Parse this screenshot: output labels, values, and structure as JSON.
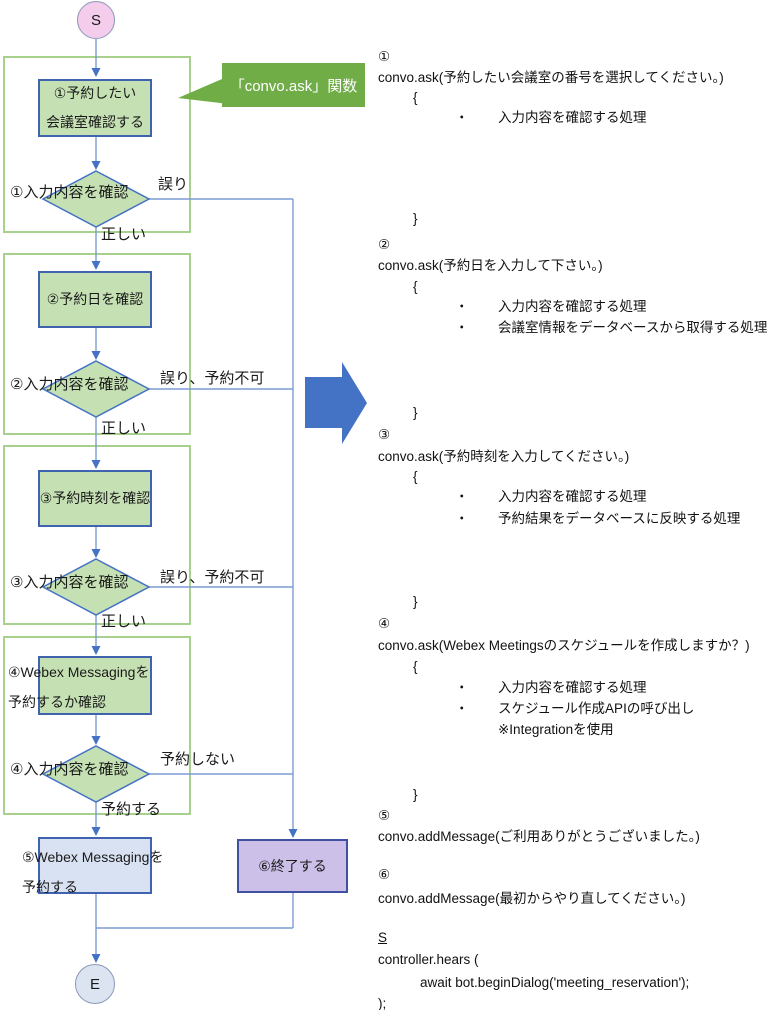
{
  "flowchart": {
    "start_label": "S",
    "end_label": "E",
    "callout_label": "「convo.ask」関数",
    "steps": [
      {
        "process": [
          "①予約したい",
          "会議室確認する"
        ],
        "decision": "①入力内容を確認",
        "error_label": "誤り",
        "ok_label": "正しい"
      },
      {
        "process": [
          "②予約日を確認"
        ],
        "decision": "②入力内容を確認",
        "error_label": "誤り、予約不可",
        "ok_label": "正しい"
      },
      {
        "process": [
          "③予約時刻を確認"
        ],
        "decision": "③入力内容を確認",
        "error_label": "誤り、予約不可",
        "ok_label": "正しい"
      },
      {
        "process": [
          "④Webex Messagingを",
          "予約するか確認"
        ],
        "decision": "④入力内容を確認",
        "error_label": "予約しない",
        "ok_label": "予約する"
      }
    ],
    "reserve": [
      "⑤Webex Messagingを",
      "予約する"
    ],
    "end_box_label": "⑥終了する"
  },
  "code": {
    "lines": [
      {
        "t": "①"
      },
      {
        "t": "convo.ask(予約したい会議室の番号を選択してください。)"
      },
      {
        "t": "{"
      },
      {
        "b": "・",
        "t": "入力内容を確認する処理"
      },
      {
        "t": "}"
      },
      {
        "t": "②"
      },
      {
        "t": "convo.ask(予約日を入力して下さい。)"
      },
      {
        "t": "{"
      },
      {
        "b": "・",
        "t": "入力内容を確認する処理"
      },
      {
        "b": "・",
        "t": "会議室情報をデータベースから取得する処理"
      },
      {
        "t": "}"
      },
      {
        "t": "③"
      },
      {
        "t": "convo.ask(予約時刻を入力してください。)"
      },
      {
        "t": "{"
      },
      {
        "b": "・",
        "t": "入力内容を確認する処理"
      },
      {
        "b": "・",
        "t": "予約結果をデータベースに反映する処理"
      },
      {
        "t": "}"
      },
      {
        "t": "④"
      },
      {
        "t": "convo.ask(Webex Meetingsのスケジュールを作成しますか？)"
      },
      {
        "t": "{"
      },
      {
        "b": "・",
        "t": "入力内容を確認する処理"
      },
      {
        "b": "・",
        "t": "スケジュール作成APIの呼び出し"
      },
      {
        "t": "※Integrationを使用"
      },
      {
        "t": "}"
      },
      {
        "t": "⑤"
      },
      {
        "t": "convo.addMessage(ご利用ありがとうございました。)"
      },
      {
        "t": "⑥"
      },
      {
        "t": "convo.addMessage(最初からやり直してください。)"
      },
      {
        "t": "S"
      },
      {
        "t": "controller.hears ("
      },
      {
        "t": "await bot.beginDialog('meeting_reservation');"
      },
      {
        "t": ");"
      }
    ]
  },
  "colors": {
    "group_border": "#A9D18E",
    "process_fill": "#C5E0B3",
    "process_border": "#3F63AE",
    "diamond_border": "#4472C4",
    "callout_green": "#70AD47",
    "big_arrow_blue": "#4472C4",
    "reserve_fill": "#D9E2F3",
    "end_box_fill": "#CCC0E8",
    "start_fill": "#F4CCEC",
    "end_circle_fill": "#DCE4F2",
    "connector": "#7D9BD3"
  }
}
